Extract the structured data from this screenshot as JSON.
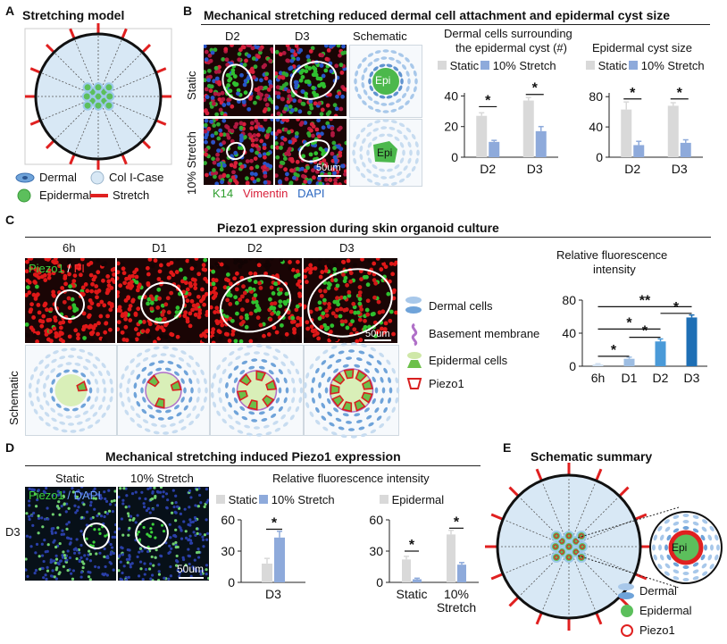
{
  "panels": {
    "A": "A",
    "B": "B",
    "C": "C",
    "D": "D",
    "E": "E"
  },
  "panelA": {
    "title": "Stretching model",
    "legend": [
      {
        "icon": "dermal-cell-icon",
        "label": "Dermal"
      },
      {
        "icon": "collagen-icon",
        "label": "Col I-Case"
      },
      {
        "icon": "epidermal-cell-icon",
        "label": "Epidermal"
      },
      {
        "icon": "stretch-icon",
        "label": "Stretch"
      }
    ]
  },
  "panelB": {
    "title": "Mechanical stretching reduced dermal cell attachment and epidermal cyst size",
    "col_headers": [
      "D2",
      "D3",
      "Schematic"
    ],
    "row_labels": [
      "Static",
      "10% Stretch"
    ],
    "schematic_label": "Epi",
    "stains": [
      "K14",
      "Vimentin",
      "DAPI"
    ],
    "scale_bar": "50um",
    "chart1_title": [
      "Dermal cells surrounding",
      "the epidermal cyst (#)"
    ],
    "chart2_title": "Epidermal cyst size",
    "legend": [
      "Static",
      "10% Stretch"
    ],
    "colors": {
      "static": "#d9d9d9",
      "stretch": "#8eaadb"
    }
  },
  "panelC": {
    "title": "Piezo1 expression during skin organoid culture",
    "col_headers": [
      "6h",
      "D1",
      "D2",
      "D3"
    ],
    "stains": [
      "Piezo1",
      "/",
      "PI"
    ],
    "scale_bar": "50um",
    "row_label": "Schematic",
    "legend": [
      {
        "icon": "dermal-cells-icon",
        "label": "Dermal cells"
      },
      {
        "icon": "basement-membrane-icon",
        "label": "Basement membrane"
      },
      {
        "icon": "epidermal-cells-icon",
        "label": "Epidermal cells"
      },
      {
        "icon": "piezo1-icon",
        "label": "Piezo1"
      }
    ],
    "chart_title": [
      "Relative fluorescence",
      "intensity"
    ]
  },
  "panelD": {
    "title": "Mechanical stretching induced Piezo1 expression",
    "col_headers": [
      "Static",
      "10% Stretch"
    ],
    "row_label": "D3",
    "stains": [
      "Piezo1",
      "/",
      "DAPI"
    ],
    "scale_bar": "50um",
    "chart_title": "Relative fluorescence intensity",
    "legend1": [
      "Static",
      "10% Stretch"
    ],
    "legend2": [
      "Epidermal"
    ]
  },
  "panelE": {
    "title": "Schematic summary",
    "schematic_label": "Epi",
    "legend": [
      {
        "icon": "dermal-icon",
        "label": "Dermal"
      },
      {
        "icon": "epidermal-icon",
        "label": "Epidermal"
      },
      {
        "icon": "piezo1-ring-icon",
        "label": "Piezo1"
      }
    ]
  },
  "chart_data": [
    {
      "type": "bar",
      "id": "B1",
      "categories": [
        "D2",
        "D3"
      ],
      "series": [
        {
          "name": "Static",
          "values": [
            27,
            37
          ]
        },
        {
          "name": "10% Stretch",
          "values": [
            10,
            17
          ]
        }
      ],
      "errors": [
        [
          2,
          2
        ],
        [
          1,
          3
        ]
      ],
      "yticks": [
        0,
        20,
        40
      ],
      "ylim": [
        0,
        42
      ],
      "annotations": [
        "*",
        "*"
      ]
    },
    {
      "type": "bar",
      "id": "B2",
      "categories": [
        "D2",
        "D3"
      ],
      "series": [
        {
          "name": "Static",
          "values": [
            63,
            68
          ]
        },
        {
          "name": "10% Stretch",
          "values": [
            16,
            19
          ]
        }
      ],
      "errors": [
        [
          10,
          4
        ],
        [
          5,
          4
        ]
      ],
      "yticks": [
        0,
        40,
        80
      ],
      "ylim": [
        0,
        85
      ],
      "annotations": [
        "*",
        "*"
      ]
    },
    {
      "type": "bar",
      "id": "C",
      "categories": [
        "6h",
        "D1",
        "D2",
        "D3"
      ],
      "series": [
        {
          "name": "",
          "values": [
            2,
            9,
            30,
            59
          ]
        }
      ],
      "errors": [
        [
          1,
          2,
          3,
          3
        ]
      ],
      "yticks": [
        0,
        40,
        80
      ],
      "ylim": [
        0,
        80
      ],
      "annotations": [
        "*",
        "*",
        "*",
        "*",
        "**"
      ]
    },
    {
      "type": "bar",
      "id": "D1",
      "categories": [
        "D3"
      ],
      "series": [
        {
          "name": "Static",
          "values": [
            18
          ]
        },
        {
          "name": "10% Stretch",
          "values": [
            43
          ]
        }
      ],
      "errors": [
        [
          5
        ],
        [
          6
        ]
      ],
      "yticks": [
        0,
        30,
        60
      ],
      "ylim": [
        0,
        60
      ],
      "annotations": [
        "*"
      ]
    },
    {
      "type": "bar",
      "id": "D2",
      "categories": [
        "Static",
        "10%\nStretch"
      ],
      "category_lines": [
        [
          "Static"
        ],
        [
          "10%",
          "Stretch"
        ]
      ],
      "series": [
        {
          "name": "Epidermal",
          "values": [
            22,
            46
          ]
        },
        {
          "name": "",
          "values": [
            3,
            17
          ]
        }
      ],
      "errors": [
        [
          3,
          4
        ],
        [
          1,
          2
        ]
      ],
      "yticks": [
        0,
        30,
        60
      ],
      "ylim": [
        0,
        60
      ],
      "annotations": [
        "*",
        "*"
      ]
    }
  ]
}
